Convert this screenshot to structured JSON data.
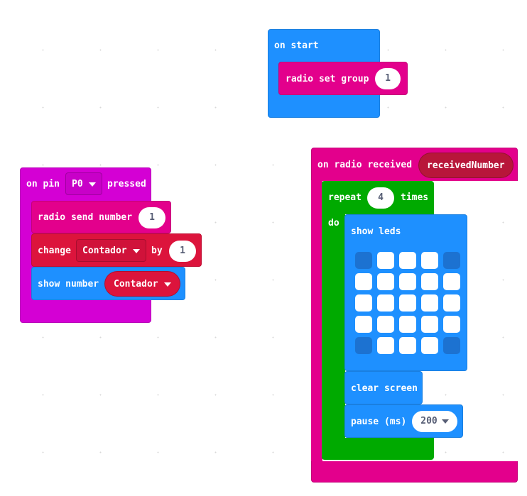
{
  "colors": {
    "event": "#d400d4",
    "radio": "#e3008c",
    "variables": "#dc143c",
    "basic": "#1e90ff",
    "loops": "#00aa00",
    "param": "#b8163a"
  },
  "on_start": {
    "label": "on start",
    "child": {
      "label": "radio set group",
      "value": "1"
    }
  },
  "on_pin": {
    "prefix": "on pin",
    "pin": "P0",
    "suffix": "pressed",
    "send": {
      "label": "radio send number",
      "value": "1"
    },
    "change": {
      "label": "change",
      "variable": "Contador",
      "by": "by",
      "value": "1"
    },
    "show": {
      "label": "show number",
      "variable": "Contador"
    }
  },
  "on_radio": {
    "label": "on radio received",
    "param": "receivedNumber",
    "repeat": {
      "label": "repeat",
      "count": "4",
      "times": "times",
      "do": "do"
    },
    "show_leds": {
      "label": "show leds",
      "grid": [
        [
          0,
          1,
          1,
          1,
          0
        ],
        [
          1,
          1,
          1,
          1,
          1
        ],
        [
          1,
          1,
          1,
          1,
          1
        ],
        [
          1,
          1,
          1,
          1,
          1
        ],
        [
          0,
          1,
          1,
          1,
          0
        ]
      ]
    },
    "clear": {
      "label": "clear screen"
    },
    "pause": {
      "label": "pause (ms)",
      "value": "200"
    }
  }
}
